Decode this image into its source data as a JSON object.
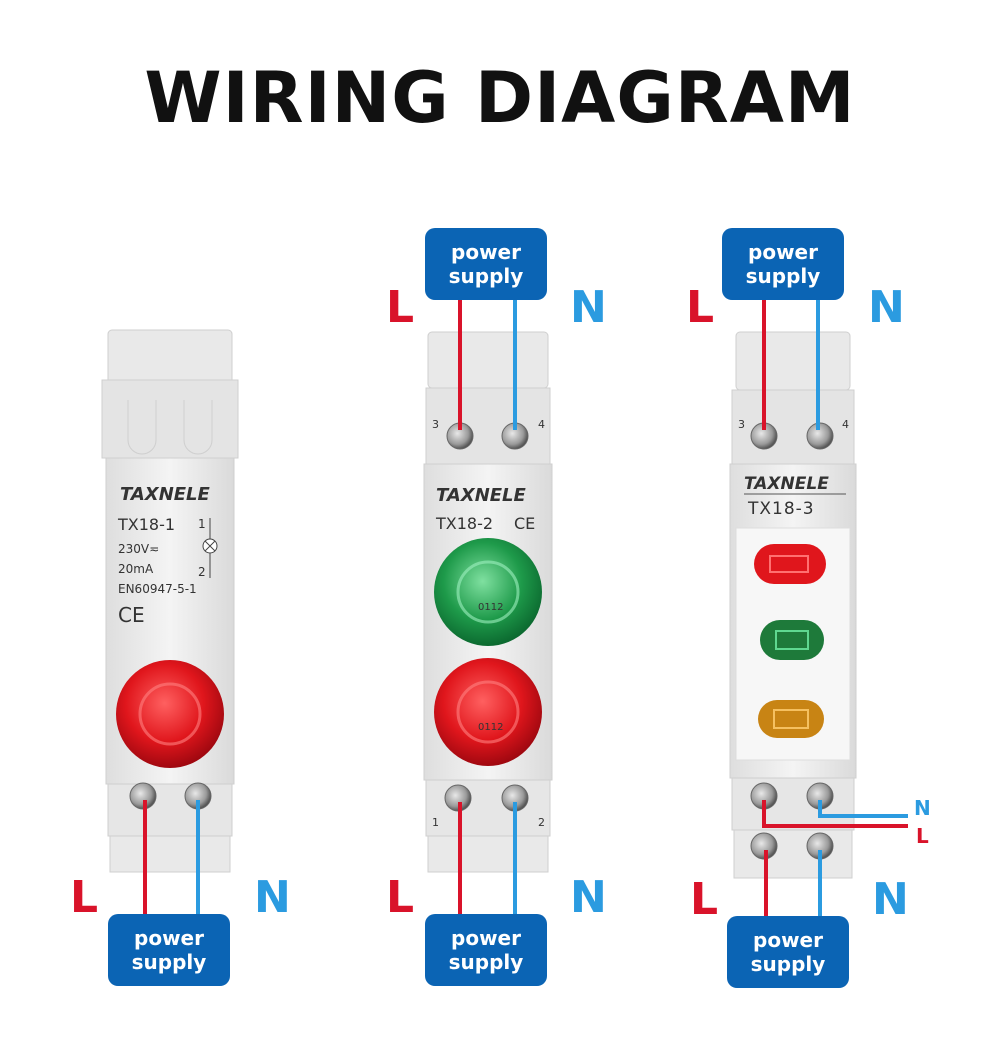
{
  "title": "WIRING DIAGRAM",
  "power_supply_label": [
    "power",
    "supply"
  ],
  "line_label": "L",
  "neutral_label": "N",
  "colors": {
    "line_wire": "#d9132a",
    "neutral_wire": "#2b9be0",
    "label_box": "#0b64b4",
    "device_body": "#eeeeee",
    "lamp_red": "#e0161c",
    "lamp_green": "#1e9a4a",
    "lamp_yellow": "#d99a1a"
  },
  "devices": [
    {
      "brand": "TAXNELE",
      "model": "TX18-1",
      "voltage": "230V≂",
      "current": "20mA",
      "standard": "EN60947-5-1",
      "mark": "CE",
      "terminal_a": "1",
      "terminal_b": "2",
      "lamps": [
        "red"
      ],
      "wiring": "bottom"
    },
    {
      "brand": "TAXNELE",
      "model": "TX18-2",
      "mark": "CE",
      "top_terminal_a": "3",
      "top_terminal_b": "4",
      "bottom_terminal_a": "1",
      "bottom_terminal_b": "2",
      "lamp_marking": "0112",
      "lamps": [
        "green",
        "red"
      ],
      "wiring": "top and bottom"
    },
    {
      "brand": "TAXNELE",
      "model": "TX18-3",
      "top_terminal_a": "3",
      "top_terminal_b": "4",
      "lamps": [
        "red",
        "green",
        "yellow"
      ],
      "wiring": "top, bottom and outgoing",
      "outgoing_labels": [
        "N",
        "L"
      ]
    }
  ]
}
